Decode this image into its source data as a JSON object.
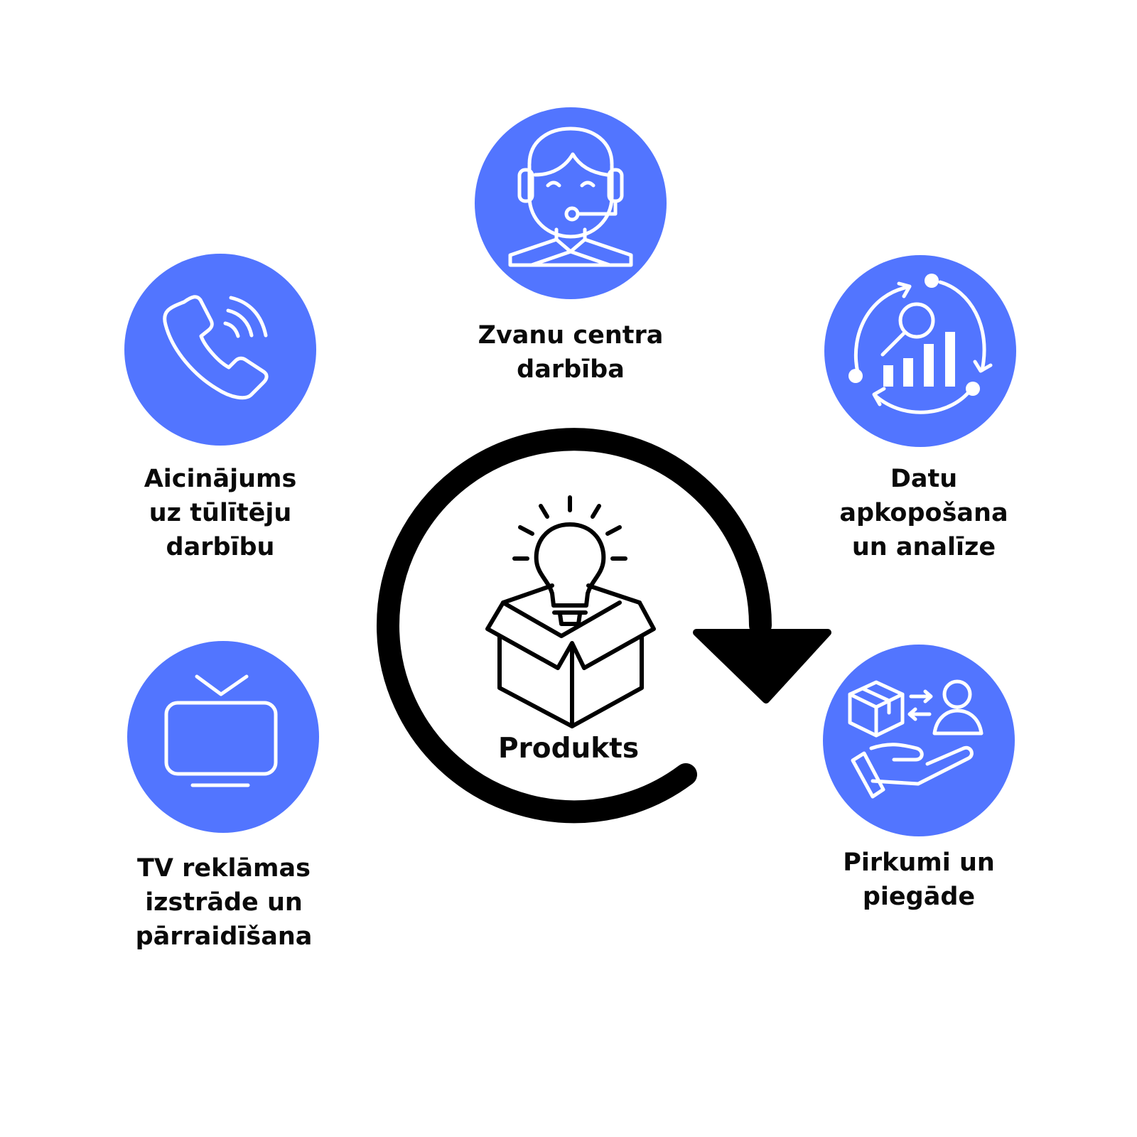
{
  "colors": {
    "accent": "#5275FF",
    "ink": "#000000",
    "text": "#0a0a0a",
    "background": "#ffffff"
  },
  "center": {
    "label": "Produkts",
    "icon": "box-lightbulb-icon"
  },
  "nodes": [
    {
      "id": "call-center",
      "label": "Zvanu centra\ndarbība",
      "icon": "headset-agent-icon"
    },
    {
      "id": "data",
      "label": "Datu\napkopošana\nun analīze",
      "icon": "analytics-cycle-icon"
    },
    {
      "id": "purchase",
      "label": "Pirkumi un\npiegāde",
      "icon": "delivery-hand-icon"
    },
    {
      "id": "tv",
      "label": "TV reklāmas\nizstrāde un\npārraidīšana",
      "icon": "tv-icon"
    },
    {
      "id": "call-to-action",
      "label": "Aicinājums\nuz tūlītēju\ndarbību",
      "icon": "phone-call-icon"
    }
  ]
}
